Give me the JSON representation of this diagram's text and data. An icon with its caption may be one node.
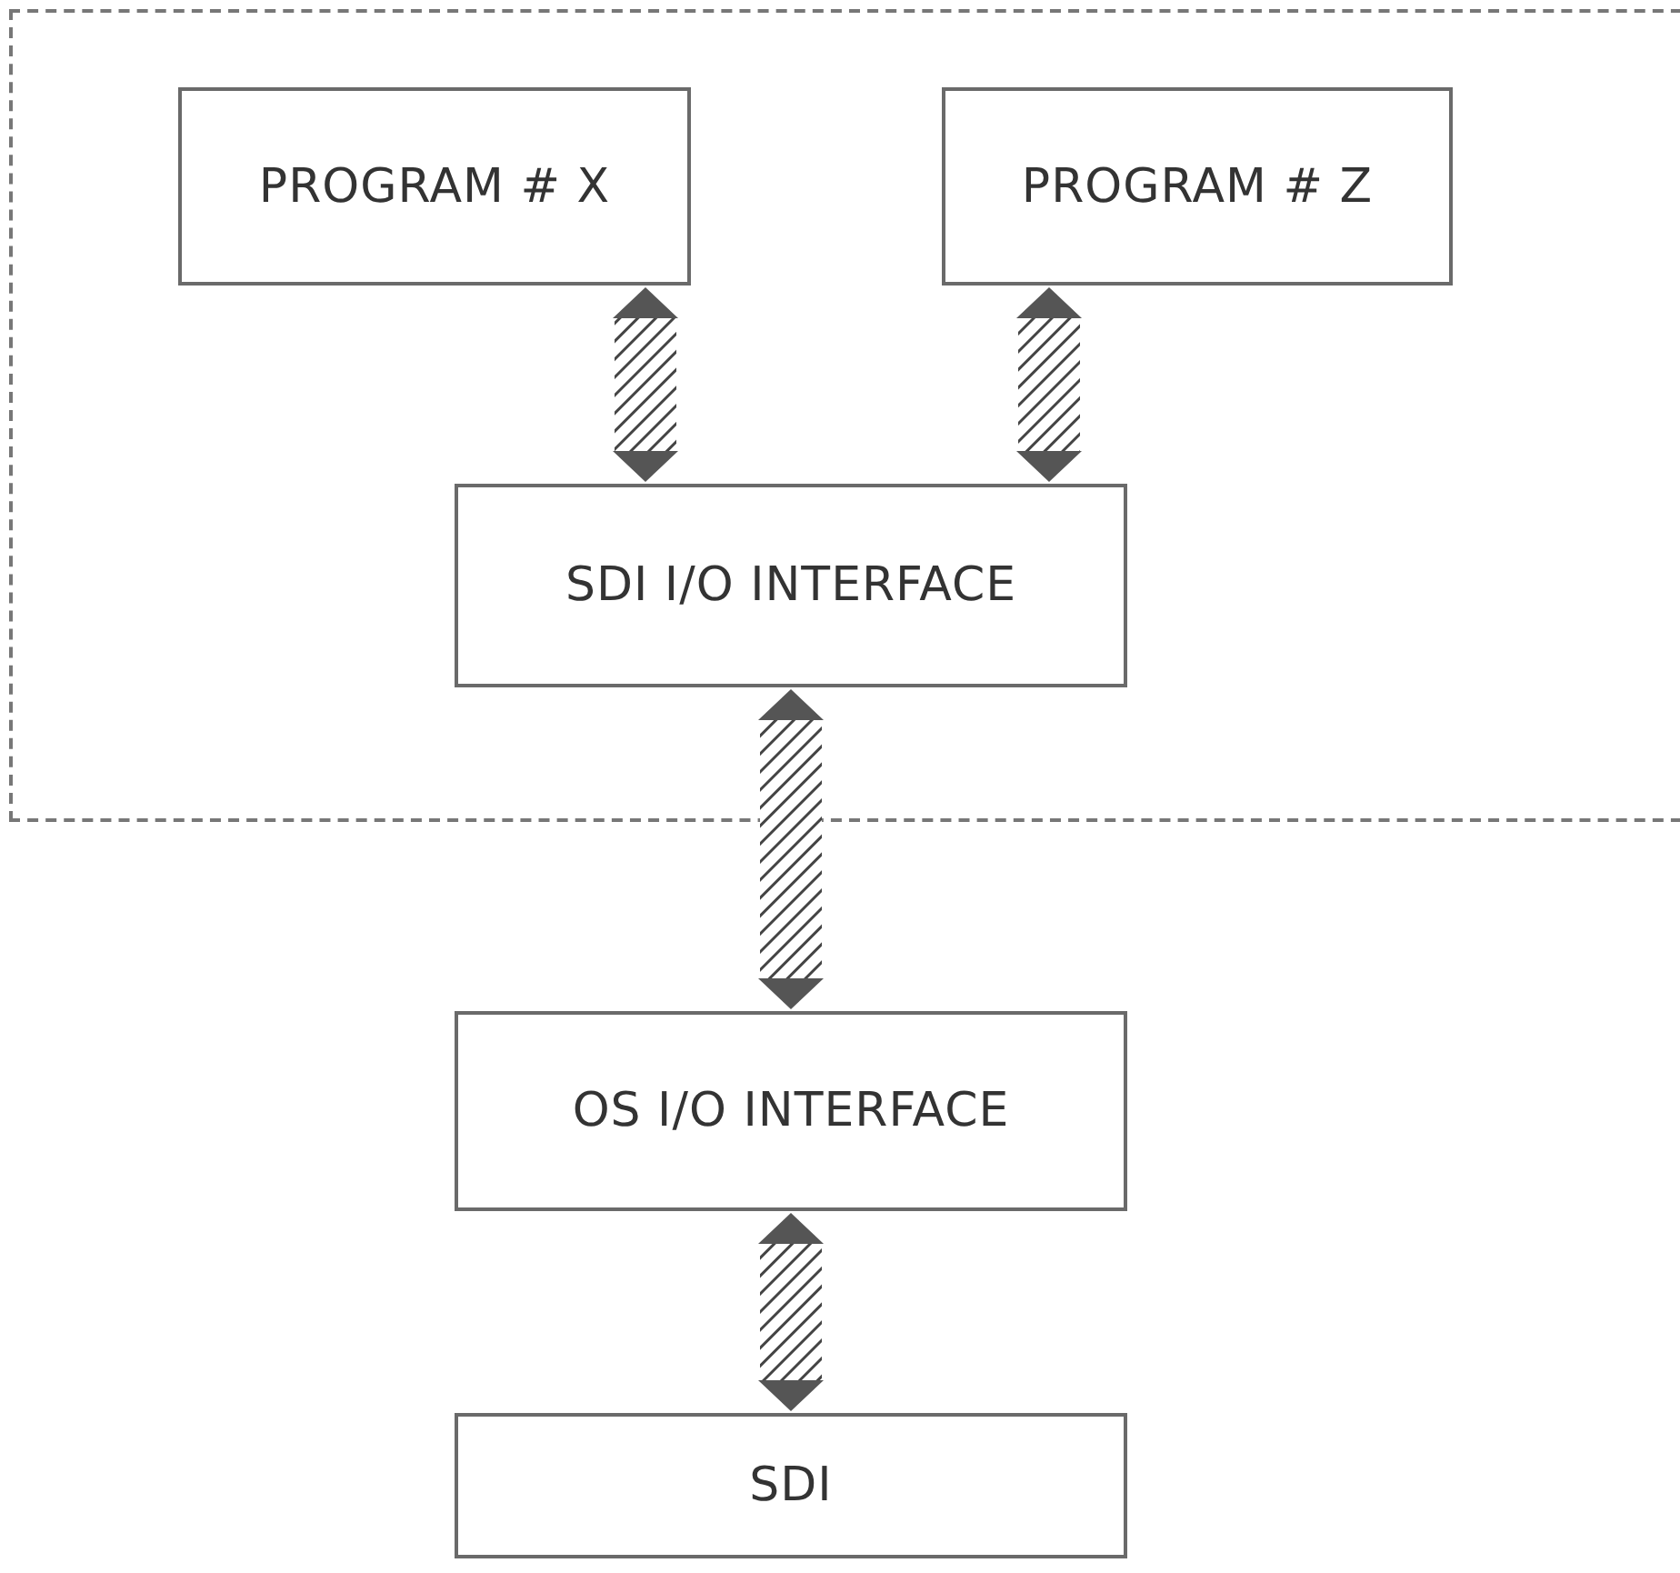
{
  "diagram": {
    "nodes": [
      {
        "text": [],
        "shape": "box"
      },
      {
        "text": [
          "PROGRAM # X"
        ],
        "in": 0
      },
      {
        "text": [
          "PROGRAM # Z"
        ],
        "in": 0
      },
      {
        "text": [
          "SDI I/O INTERFACE"
        ],
        "in": 0
      },
      {
        "text": [
          "OS I/O INTERFACE"
        ]
      },
      {
        "text": [
          "SDI"
        ]
      }
    ],
    "edges": [
      {
        "from": 1,
        "to": 3,
        "arrow": "both"
      },
      {
        "from": 2,
        "to": 3,
        "arrow": "both"
      },
      {
        "from": 3,
        "to": 4,
        "arrow": "both"
      },
      {
        "from": 4,
        "to": 5,
        "arrow": "both"
      }
    ]
  }
}
